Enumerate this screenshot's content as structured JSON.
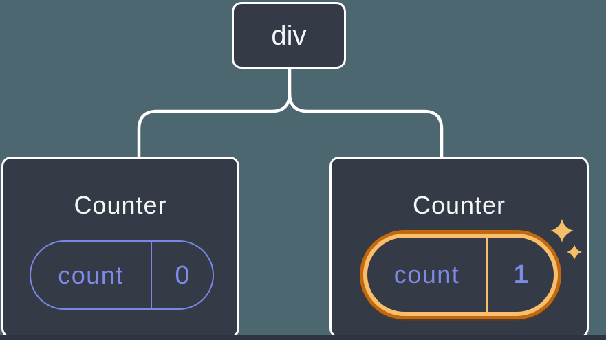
{
  "diagram": {
    "description": "component-tree-state-diagram",
    "root": {
      "label": "div"
    },
    "children": [
      {
        "title": "Counter",
        "state": {
          "key": "count",
          "value": "0"
        },
        "highlighted": false
      },
      {
        "title": "Counter",
        "state": {
          "key": "count",
          "value": "1"
        },
        "highlighted": true
      }
    ],
    "colors": {
      "background": "#4C6770",
      "node_fill": "#343A46",
      "node_border": "#FFFFFF",
      "connector_line": "#FFFFFF",
      "state_accent": "#7E8AE8",
      "state_pill_border": "#7B87E4",
      "highlight_ring_outer": "#C2690F",
      "highlight_ring_inner": "#F9BE6B",
      "sparkle": "#F6BE66",
      "bottom_strip": "#2F3441"
    }
  }
}
